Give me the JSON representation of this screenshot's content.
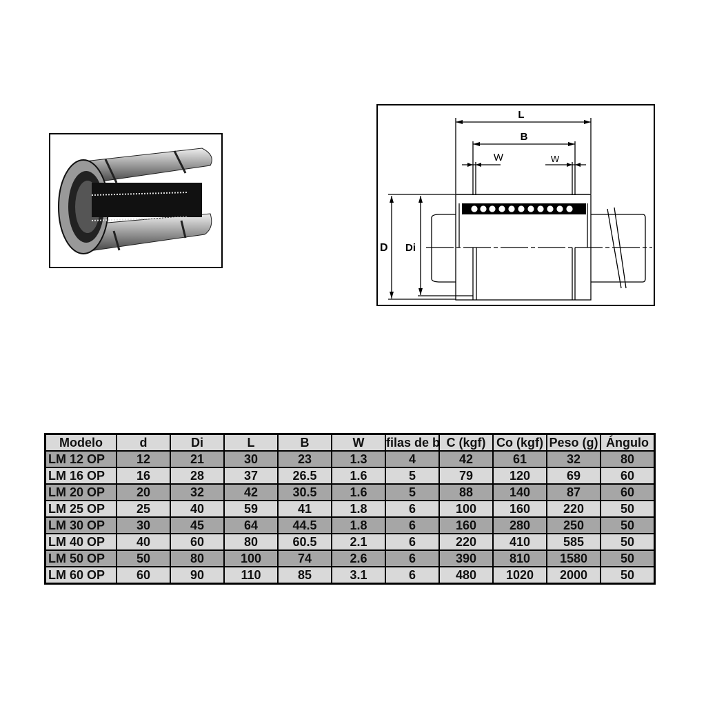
{
  "diagram": {
    "labels": {
      "L": "L",
      "B": "B",
      "W_left": "W",
      "W_right": "W",
      "D": "D",
      "Di": "Di"
    }
  },
  "table": {
    "headers": [
      "Modelo",
      "d",
      "Di",
      "L",
      "B",
      "W",
      "filas de b",
      "C (kgf)",
      "Co (kgf)",
      "Peso (g)",
      "Ángulo"
    ],
    "rows": [
      [
        "LM 12 OP",
        "12",
        "21",
        "30",
        "23",
        "1.3",
        "4",
        "42",
        "61",
        "32",
        "80"
      ],
      [
        "LM 16 OP",
        "16",
        "28",
        "37",
        "26.5",
        "1.6",
        "5",
        "79",
        "120",
        "69",
        "60"
      ],
      [
        "LM 20 OP",
        "20",
        "32",
        "42",
        "30.5",
        "1.6",
        "5",
        "88",
        "140",
        "87",
        "60"
      ],
      [
        "LM 25 OP",
        "25",
        "40",
        "59",
        "41",
        "1.8",
        "6",
        "100",
        "160",
        "220",
        "50"
      ],
      [
        "LM 30 OP",
        "30",
        "45",
        "64",
        "44.5",
        "1.8",
        "6",
        "160",
        "280",
        "250",
        "50"
      ],
      [
        "LM 40 OP",
        "40",
        "60",
        "80",
        "60.5",
        "2.1",
        "6",
        "220",
        "410",
        "585",
        "50"
      ],
      [
        "LM 50 OP",
        "50",
        "80",
        "100",
        "74",
        "2.6",
        "6",
        "390",
        "810",
        "1580",
        "50"
      ],
      [
        "LM 60 OP",
        "60",
        "90",
        "110",
        "85",
        "3.1",
        "6",
        "480",
        "1020",
        "2000",
        "50"
      ]
    ],
    "row_colors": {
      "odd": "#a6a6a6",
      "even": "#d9d9d9",
      "header": "#d9d9d9"
    }
  }
}
